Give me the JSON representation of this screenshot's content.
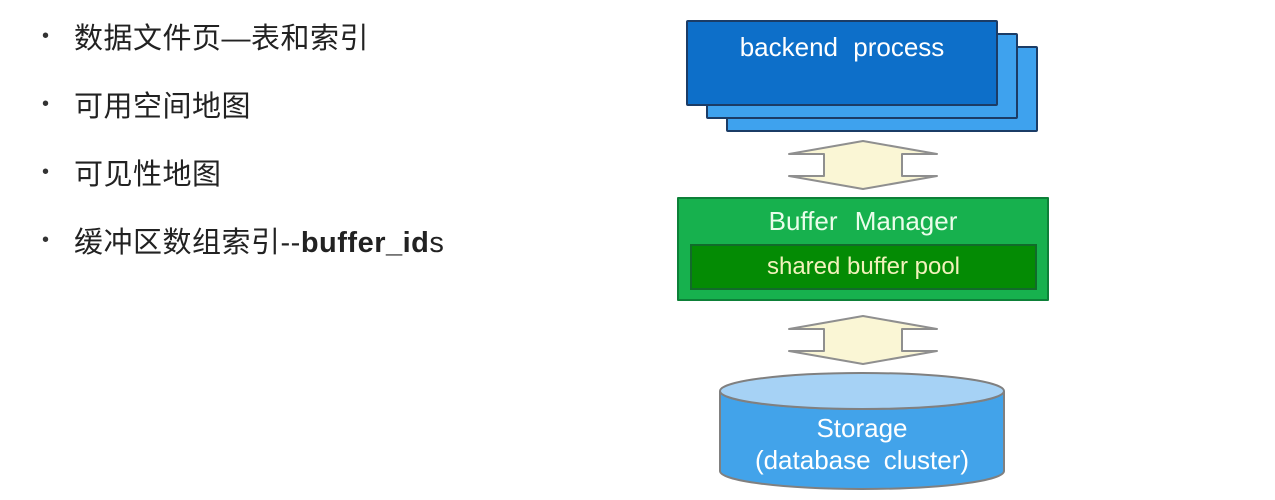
{
  "bullets": {
    "marker": "•",
    "item1": "数据文件页—表和索引",
    "item2": "可用空间地图",
    "item3": "可见性地图",
    "item4_prefix": "缓冲区数组索引--",
    "item4_bold": "buffer_id",
    "item4_suffix": "s"
  },
  "diagram": {
    "backend_label": "backend process",
    "buffer_manager_label": "Buffer Manager",
    "shared_buffer_pool_label": "shared buffer pool",
    "storage_label_line1": "Storage",
    "storage_label_line2": "(database cluster)",
    "colors": {
      "backend_front": "#0d6fc9",
      "backend_back": "#3ea2ee",
      "buffer_manager": "#17b14e",
      "shared_buffer_pool": "#048b04",
      "storage_body": "#42a3ea",
      "storage_top": "#a6d2f5",
      "arrow_fill": "#faf6d5",
      "arrow_stroke": "#8f8f8f"
    }
  }
}
